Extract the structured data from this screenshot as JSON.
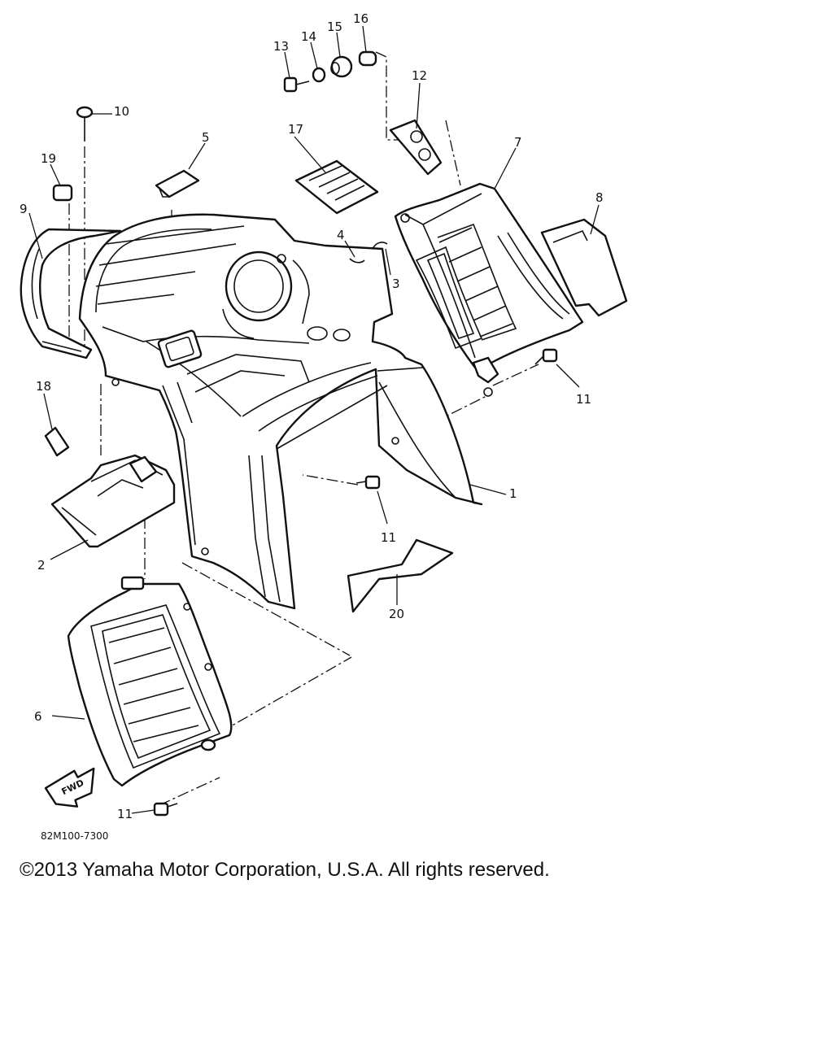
{
  "diagram": {
    "part_numbers": [
      "13",
      "14",
      "15",
      "16",
      "12",
      "10",
      "5",
      "17",
      "19",
      "9",
      "7",
      "8",
      "4",
      "3",
      "18",
      "11",
      "1",
      "2",
      "20",
      "6"
    ],
    "lower_right_fastener_label": "11",
    "center_fastener_label": "11",
    "bottom_fastener_label": "11",
    "direction_arrow": "FWD",
    "drawing_code": "82M100-7300"
  },
  "copyright": "©2013 Yamaha Motor Corporation, U.S.A. All rights reserved.",
  "colors": {
    "ink": "#111111",
    "background": "#ffffff"
  },
  "icons": {
    "direction": "fwd-arrow-icon"
  }
}
